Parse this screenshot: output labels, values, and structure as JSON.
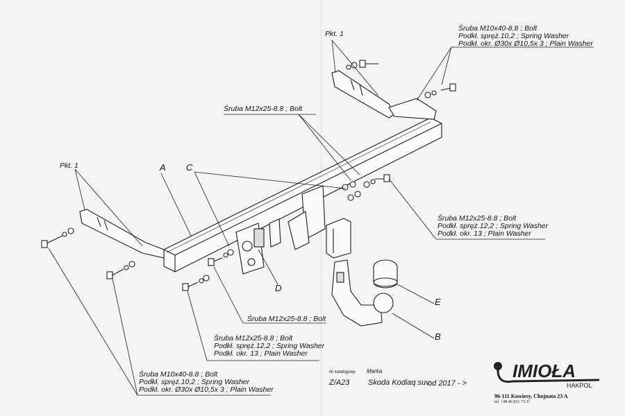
{
  "callouts": {
    "top_right": [
      "Śruba M10x40-8.8 ;  Bolt",
      "Podkł. spręż.10,2 ; Spring Washer",
      "Podkł. okr.  Ø30x Ø10,5x 3 ; Plain Washer"
    ],
    "top_center": [
      "Śruba M12x25-8.8 ;  Bolt"
    ],
    "right_mid": [
      "Śruba M12x25-8.8 ;  Bolt",
      "Podkł. spręż.12,2 ; Spring Washer",
      "Podkł. okr. 13 ; Plain Washer"
    ],
    "center_low": [
      "Śruba M12x25-8.8 ;  Bolt"
    ],
    "bottom_mid": [
      "Śruba M12x25-8.8 ;  Bolt",
      "Podkł. spręż.12,2 ; Spring Washer",
      "Podkł. okr. 13 ; Plain Washer"
    ],
    "bottom_left": [
      "Śruba M10x40-8.8 ;  Bolt",
      "Podkł. spręż.10,2 ; Spring Washer",
      "Podkł. okr.  Ø30x Ø10,5x 3 ; Plain Washer"
    ]
  },
  "part_labels": {
    "pkt1_top": "Pkt. 1",
    "pkt1_left": "Pkt. 1",
    "A": "A",
    "B": "B",
    "C": "C",
    "D": "D",
    "E": "E"
  },
  "title_block": {
    "catalog_label": "Nr katalogowy",
    "make_label": "Marka",
    "catalog_no": "Z/A23",
    "make": "Skoda Kodiaq suv",
    "year": "od  2017 - >",
    "brand": "IMIOŁA",
    "brand_sub": "HAKPOL",
    "address": "96-111 Kowiesy, Chojnata 23 A",
    "phone": "tel. +48 46 831 73 31"
  }
}
